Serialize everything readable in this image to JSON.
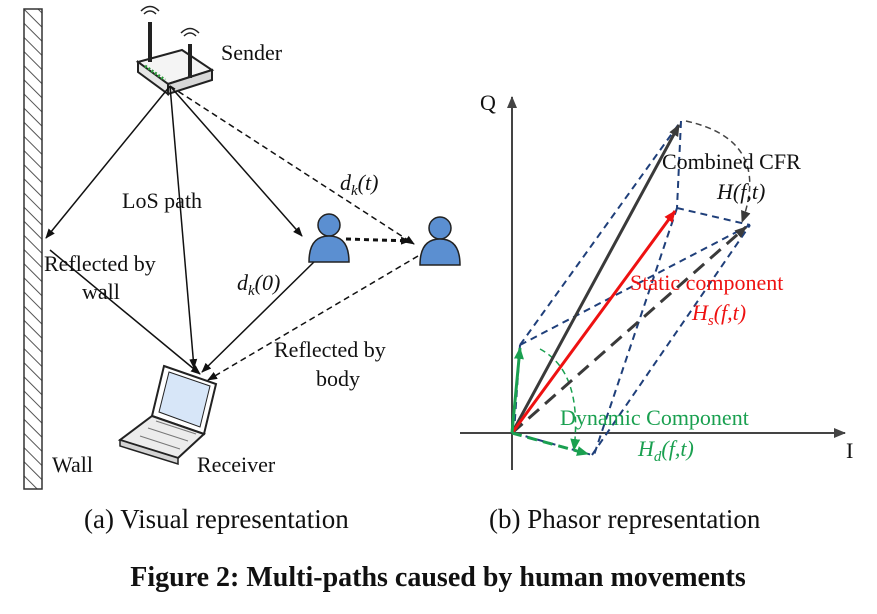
{
  "panel_a": {
    "sender": "Sender",
    "los_path": "LoS path",
    "reflected_wall_line1": "Reflected by",
    "reflected_wall_line2": "wall",
    "reflected_body_line1": "Reflected by",
    "reflected_body_line2": "body",
    "dk_t_main": "d",
    "dk_t_sub": "k",
    "dk_t_arg": "(t)",
    "dk_0_main": "d",
    "dk_0_sub": "k",
    "dk_0_arg": "(0)",
    "wall": "Wall",
    "receiver": "Receiver",
    "caption": "(a) Visual representation"
  },
  "panel_b": {
    "axis_q": "Q",
    "axis_i": "I",
    "combined_label": "Combined CFR",
    "combined_formula": "H(f,t)",
    "static_label": "Static component",
    "static_main": "H",
    "static_sub": "s",
    "static_arg": "(f,t)",
    "dynamic_label": "Dynamic Component",
    "dynamic_main": "H",
    "dynamic_sub": "d",
    "dynamic_arg": "(f,t)",
    "caption": "(b) Phasor representation"
  },
  "figure_title": "Figure 2: Multi-paths caused by human movements",
  "colors": {
    "static": "#ee1111",
    "dynamic": "#1aa050",
    "frame": "#1f3f7a",
    "combined": "#3a3a3a",
    "person": "#5b8fd1"
  }
}
